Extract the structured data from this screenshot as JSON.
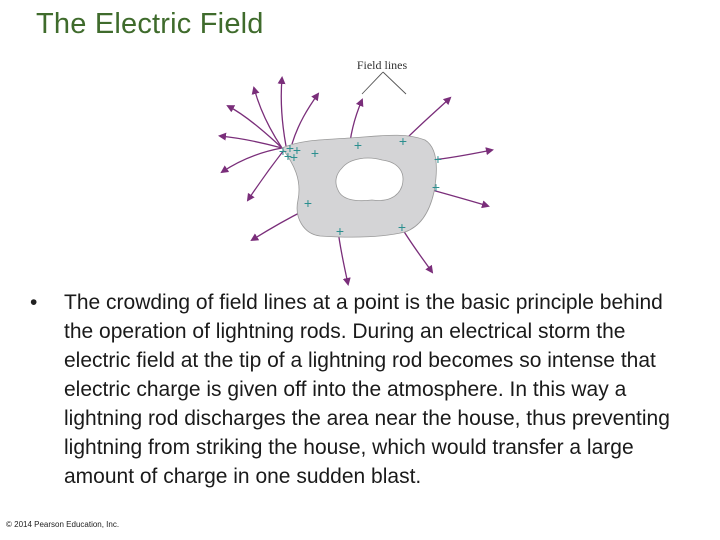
{
  "title": "The Electric Field",
  "figure": {
    "label": "Field lines",
    "plus_sign": "+",
    "colors": {
      "conductor": "#d4d4d6",
      "field_line": "#7a2e7a",
      "charge": "#2b8f8f"
    }
  },
  "bullet": {
    "marker": "•",
    "text": "The crowding of field lines at a point is the basic principle behind the operation of lightning rods. During an electrical storm the electric field at the tip of a lightning rod becomes so intense that electric charge is given off into the atmosphere. In this way a lightning rod discharges the area near the house, thus preventing lightning from striking the house, which would transfer a large amount of charge in one sudden blast."
  },
  "copyright": "© 2014 Pearson Education, Inc."
}
